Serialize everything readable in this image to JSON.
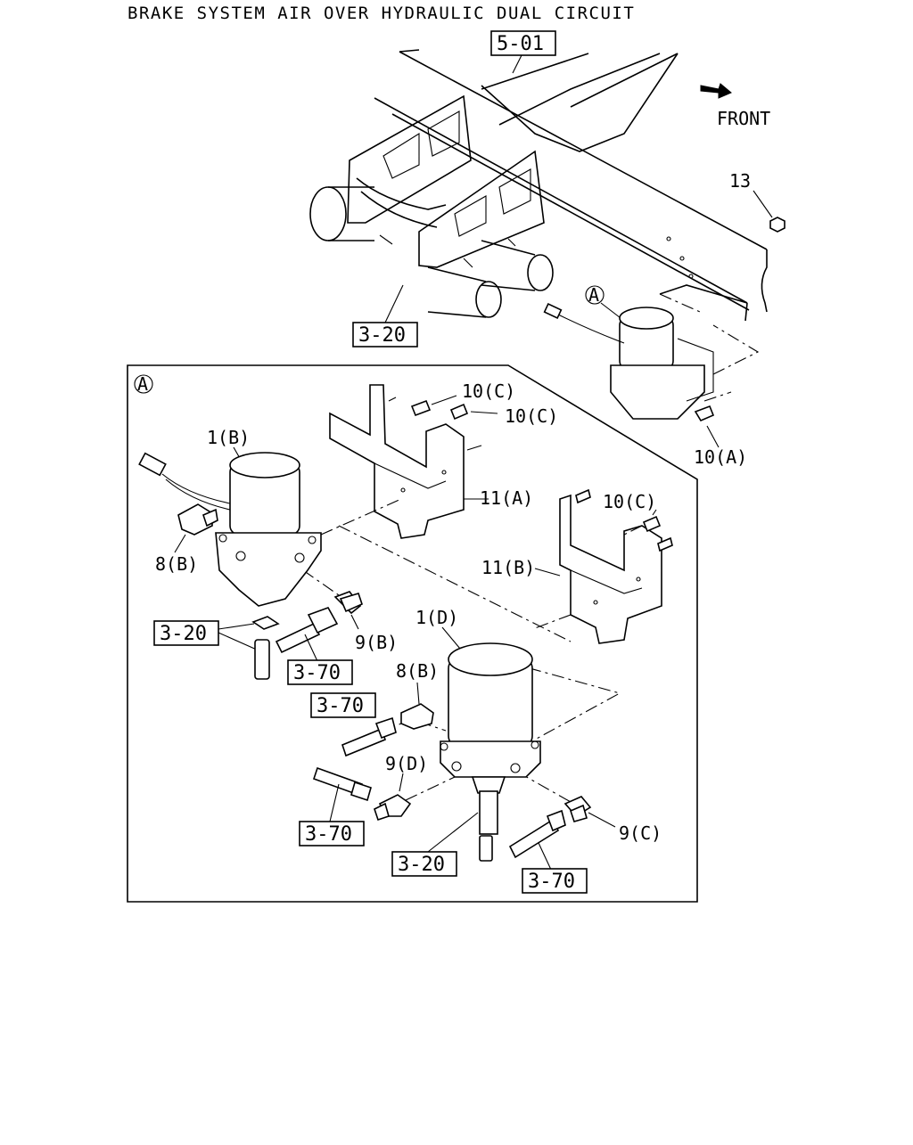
{
  "title": "BRAKE SYSTEM AIR OVER HYDRAULIC DUAL CIRCUIT",
  "front_label": "FRONT",
  "detail_marker": "A",
  "refs": {
    "r501": "5-01",
    "r320_frame": "3-20",
    "r320_left": "3-20",
    "r370_a": "3-70",
    "r370_b": "3-70",
    "r370_c": "3-70",
    "r320_bottom": "3-20",
    "r370_d": "3-70"
  },
  "parts": {
    "p13": "13",
    "p10c_1": "10(C)",
    "p10c_2": "10(C)",
    "p10c_3": "10(C)",
    "p10a": "10(A)",
    "p1b": "1(B)",
    "p11a": "11(A)",
    "p11b": "11(B)",
    "p8b_1": "8(B)",
    "p8b_2": "8(B)",
    "p9b": "9(B)",
    "p1d": "1(D)",
    "p9d": "9(D)",
    "p9c": "9(C)"
  }
}
